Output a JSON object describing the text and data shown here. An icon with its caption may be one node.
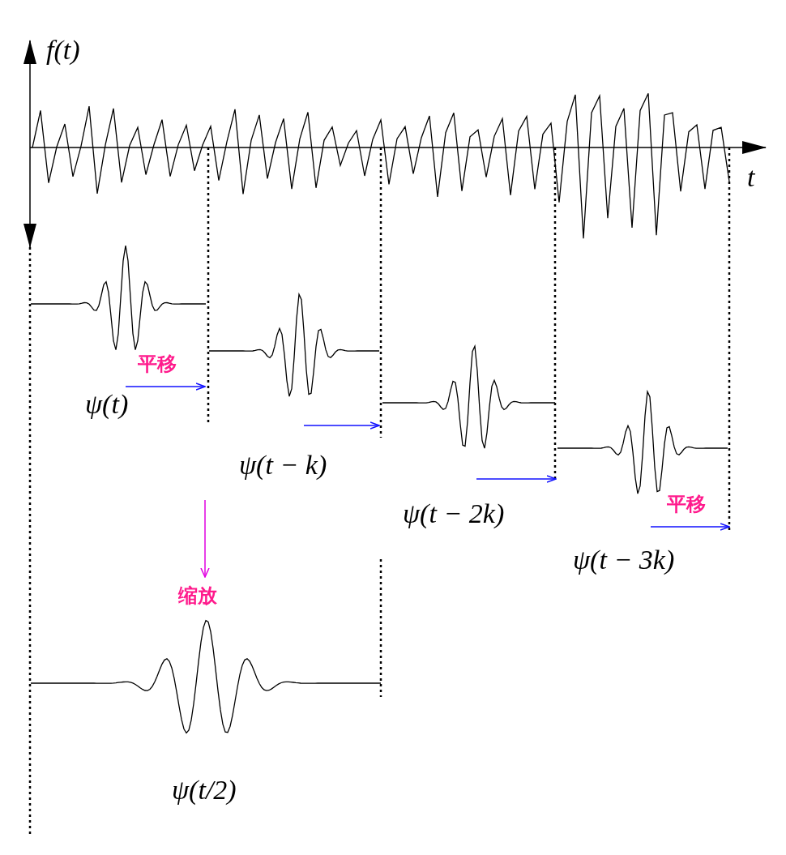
{
  "diagram": {
    "labels": [
      "f(t)",
      "t",
      "平移",
      "ψ(t)",
      "ψ(t − k)",
      "ψ(t − 2k)",
      "平移",
      "ψ(t − 3k)",
      "缩放",
      "ψ(t/2)"
    ]
  }
}
